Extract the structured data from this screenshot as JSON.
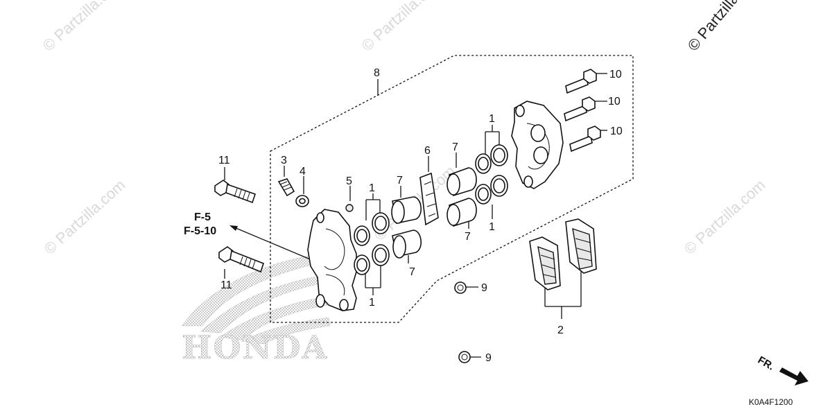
{
  "watermark": {
    "text": "© Partzilla.com",
    "corner_text": "© Partzilla"
  },
  "logo": {
    "brand": "HONDA"
  },
  "callouts": [
    {
      "id": "c8",
      "label": "8"
    },
    {
      "id": "c10a",
      "label": "10"
    },
    {
      "id": "c10b",
      "label": "10"
    },
    {
      "id": "c10c",
      "label": "10"
    },
    {
      "id": "c11a",
      "label": "11"
    },
    {
      "id": "c11b",
      "label": "11"
    },
    {
      "id": "c3",
      "label": "3"
    },
    {
      "id": "c4",
      "label": "4"
    },
    {
      "id": "c5",
      "label": "5"
    },
    {
      "id": "c1a",
      "label": "1"
    },
    {
      "id": "c1b",
      "label": "1"
    },
    {
      "id": "c1c",
      "label": "1"
    },
    {
      "id": "c1d",
      "label": "1"
    },
    {
      "id": "c7a",
      "label": "7"
    },
    {
      "id": "c7b",
      "label": "7"
    },
    {
      "id": "c7c",
      "label": "7"
    },
    {
      "id": "c7d",
      "label": "7"
    },
    {
      "id": "c6",
      "label": "6"
    },
    {
      "id": "c9a",
      "label": "9"
    },
    {
      "id": "c9b",
      "label": "9"
    },
    {
      "id": "c2",
      "label": "2"
    }
  ],
  "reference": {
    "line1": "F-5",
    "line2": "F-5-10"
  },
  "direction": {
    "label": "FR."
  },
  "diagram_code": "K0A4F1200",
  "colors": {
    "ink": "#111111",
    "watermark": "#d9d9d9",
    "logo_dots": "#9a9a9a"
  }
}
